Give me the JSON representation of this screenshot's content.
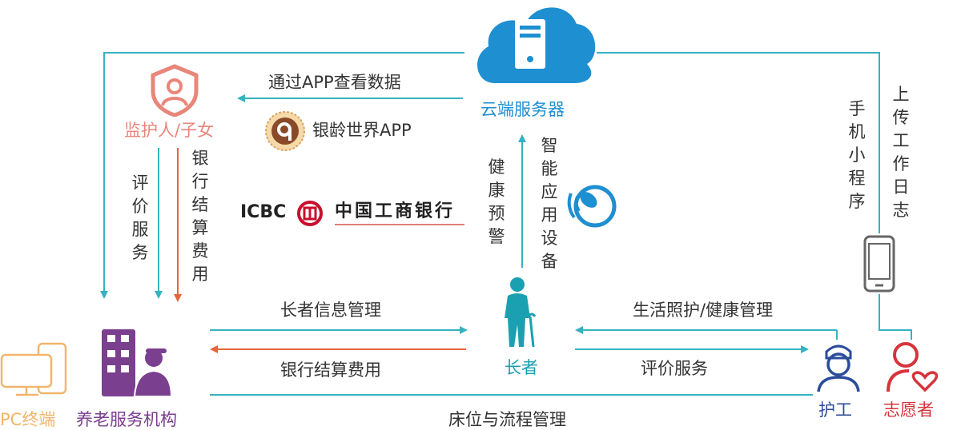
{
  "colors": {
    "teal": "#35b2c1",
    "orange": "#e8643a",
    "cloud": "#1e8fd0",
    "purple": "#7b3f8f",
    "pc": "#f2b56b",
    "guardian": "#e8867a",
    "nurse": "#2b4c9b",
    "volunteer": "#d6343c"
  },
  "nodes": {
    "cloud": "云端服务器",
    "guardian": "监护人/子女",
    "app": "银龄世界APP",
    "bank_en": "ICBC",
    "bank_cn": "中国工商银行",
    "elder": "长者",
    "institution": "养老服务机构",
    "pc": "PC终端",
    "nurse": "护工",
    "volunteer": "志愿者"
  },
  "edges": {
    "view_data": "通过APP查看数据",
    "evaluate_left": "评价服务",
    "bank_fee_vertical": "银行结算费用",
    "health_alert": "健康预警",
    "smart_device": "智能应用设备",
    "mini_program": "手机小程序",
    "upload_log": "上传工作日志",
    "elder_info": "长者信息管理",
    "bank_fee": "银行结算费用",
    "care": "生活照护/健康管理",
    "evaluate_right": "评价服务",
    "bed_flow": "床位与流程管理"
  }
}
